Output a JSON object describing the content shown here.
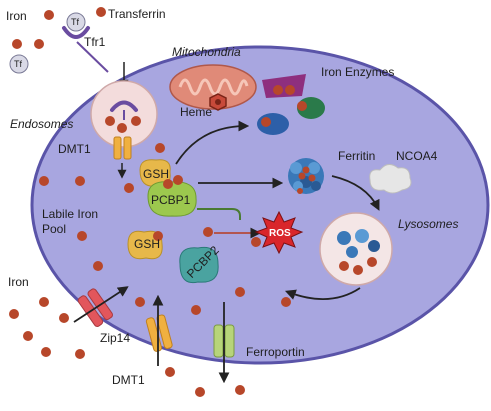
{
  "labels": {
    "iron_top": "Iron",
    "transferrin": "Transferrin",
    "tf_badge": "Tf",
    "tf_free": "Tf",
    "tfr1": "Tfr1",
    "mitochondria": "Mitochondria",
    "iron_enzymes": "Iron Enzymes",
    "heme": "Heme",
    "endosomes": "Endosomes",
    "dmt1_endosome": "DMT1",
    "ferritin": "Ferritin",
    "ncoa4": "NCOA4",
    "gsh_1": "GSH",
    "pcbp1": "PCBP1",
    "lysosomes": "Lysosomes",
    "labile_iron_pool_line1": "Labile Iron",
    "labile_iron_pool_line2": "Pool",
    "gsh_2": "GSH",
    "ros": "ROS",
    "pcbp2": "PCBP2",
    "iron_left": "Iron",
    "zip14": "Zip14",
    "ferroportin": "Ferroportin",
    "dmt1_membrane": "DMT1"
  },
  "colors": {
    "cell_fill": "#a8a6e0",
    "cell_stroke": "#5a54a8",
    "iron": "#b7472a",
    "endosome": "#f3dcdc",
    "lysosome": "#f4e6e6",
    "gsh": "#e7b84a",
    "pcbp1": "#9cc84e",
    "pcbp2": "#4aa3a0",
    "ros": "#d9262b",
    "ferroportin": "#b7d47a",
    "zip14": "#e2565c",
    "dmt1": "#f0b040",
    "tfr1": "#6a4ca0",
    "mitochondria": "#e08a78"
  }
}
